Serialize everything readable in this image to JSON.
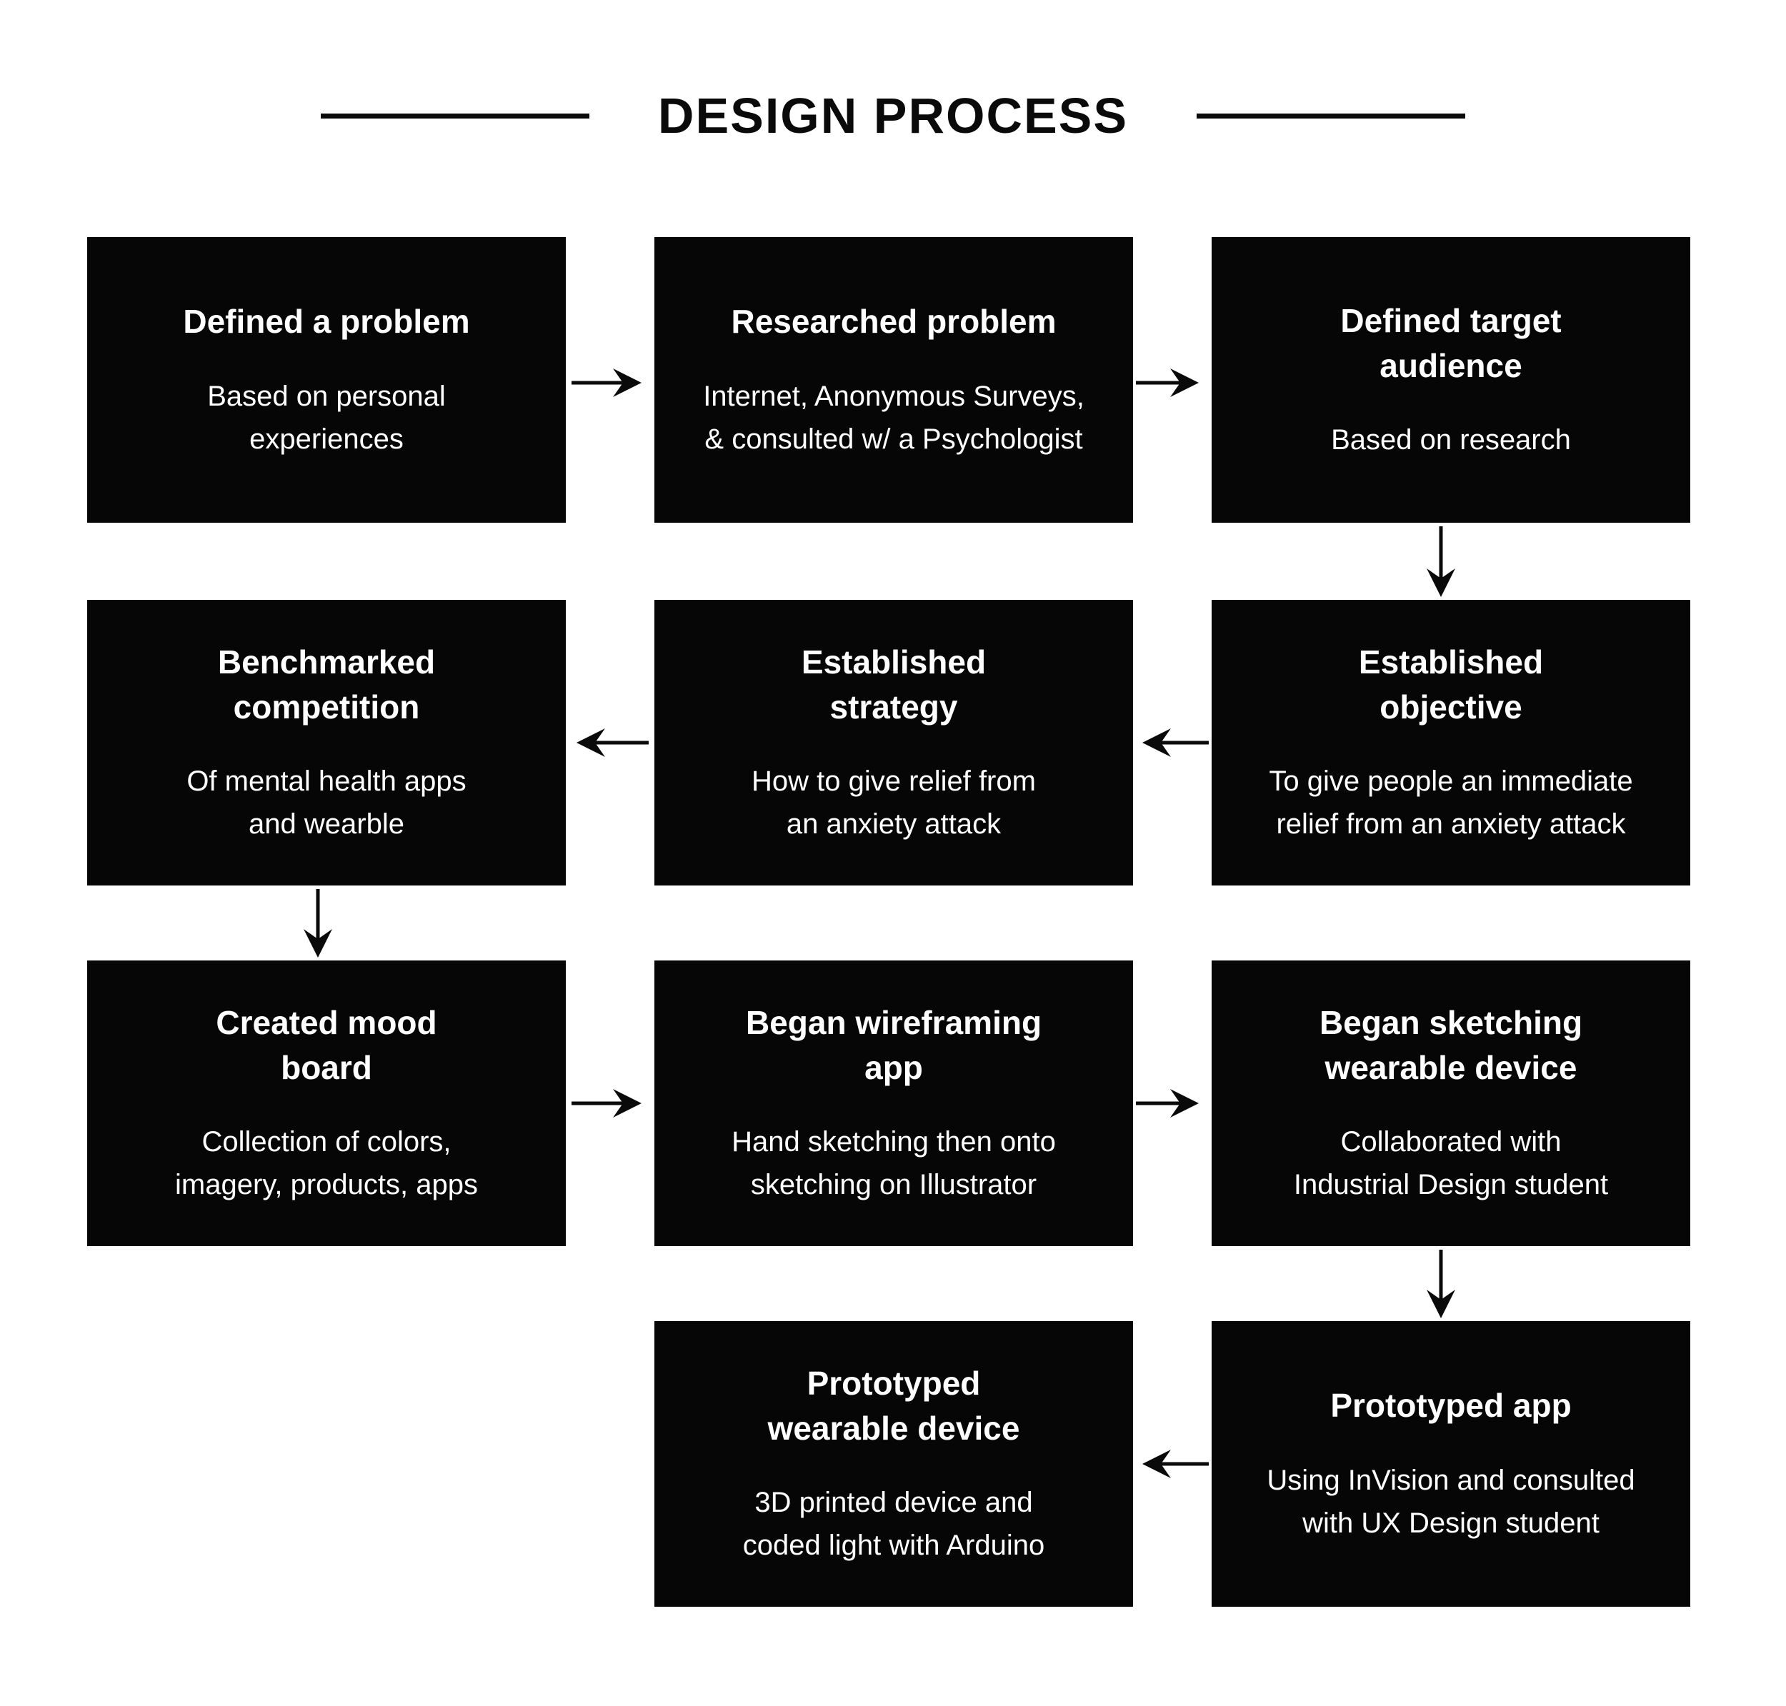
{
  "title": "DESIGN PROCESS",
  "colors": {
    "background": "#ffffff",
    "box_background": "#060606",
    "box_text": "#ffffff",
    "foreground": "#0a0a0a"
  },
  "boxes": [
    {
      "title": "Defined a problem",
      "desc": "Based on personal\nexperiences"
    },
    {
      "title": "Researched problem",
      "desc": "Internet, Anonymous Surveys,\n& consulted w/ a Psychologist"
    },
    {
      "title": "Defined target\naudience",
      "desc": "Based on research"
    },
    {
      "title": "Benchmarked\ncompetition",
      "desc": "Of mental health apps\nand wearble"
    },
    {
      "title": "Established\nstrategy",
      "desc": "How to give relief from\nan anxiety attack"
    },
    {
      "title": "Established\nobjective",
      "desc": "To give people an immediate\nrelief from an anxiety attack"
    },
    {
      "title": "Created mood\nboard",
      "desc": "Collection of colors,\nimagery, products, apps"
    },
    {
      "title": "Began wireframing\napp",
      "desc": "Hand sketching then onto\nsketching on Illustrator"
    },
    {
      "title": "Began sketching\nwearable device",
      "desc": "Collaborated with\nIndustrial Design student"
    },
    {
      "title": "Prototyped\nwearable device",
      "desc": "3D printed device and\ncoded light with Arduino"
    },
    {
      "title": "Prototyped app",
      "desc": "Using InVision and consulted\nwith UX Design student"
    }
  ]
}
